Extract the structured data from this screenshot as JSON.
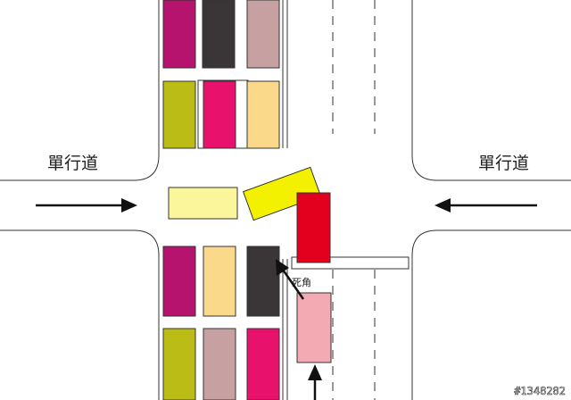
{
  "labels": {
    "one_way_left": "單行道",
    "one_way_right": "單行道",
    "blind_spot": "死角"
  },
  "watermark": "#1348282",
  "colors": {
    "magenta": "#b5136e",
    "dark_gray": "#3a3537",
    "dusty_rose": "#c7a1a1",
    "olive": "#bcbc16",
    "hot_pink": "#e8126d",
    "light_orange": "#fbd98a",
    "pale_yellow": "#fbf59c",
    "yellow": "#f3f000",
    "red": "#e3001f",
    "light_pink": "#f4aab3",
    "road_line": "#333333"
  }
}
